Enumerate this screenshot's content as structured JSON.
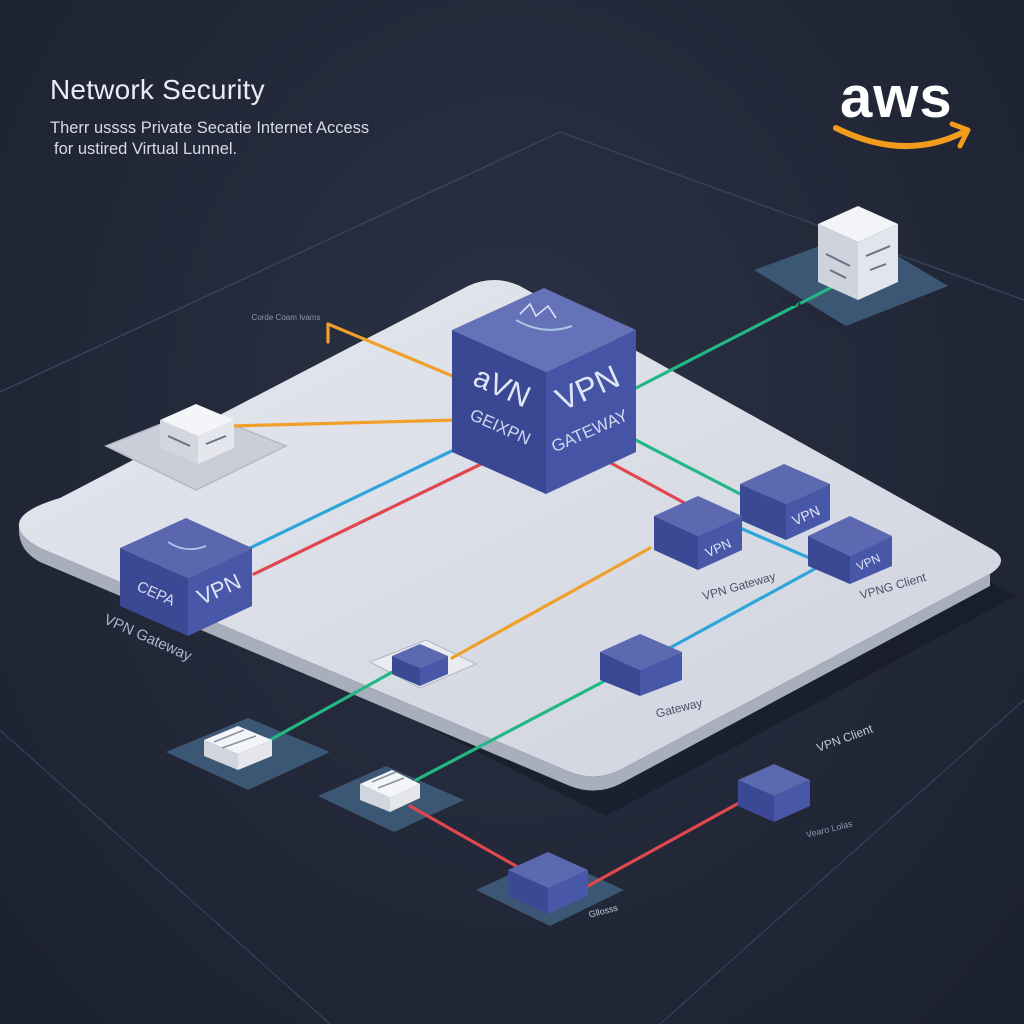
{
  "header": {
    "title": "Network Security",
    "subtitle_line1": "Therr ussss Private Secatie Internet Access",
    "subtitle_line2": "for ustired Virtual Lunnel."
  },
  "brand": {
    "logo_text": "aws",
    "smile_color": "#f29b1d"
  },
  "colors": {
    "background": "#222838",
    "platform": "#dfe2ea",
    "cube_top": "#6672b8",
    "cube_left": "#3a4894",
    "cube_right": "#4654a6",
    "link_orange": "#f0a02a",
    "link_blue": "#2fa6d8",
    "link_red": "#e0474f",
    "link_green": "#22b884"
  },
  "labels": {
    "center_face_left_line1": "aVN",
    "center_face_left_line2": "GEIXPN",
    "center_face_right_line1": "VPN",
    "center_face_right_line2": "GATEWAY",
    "left_cube_face_left": "CEPA",
    "left_cube_face_right": "VPN",
    "left_cube_caption": "VPN Gateway",
    "top_right_caption": "VPN Gateway",
    "small_cube_a_face": "VPN",
    "small_cube_b_face": "VPN",
    "small_cube_c_face": "VPN",
    "vpn_gateway_caption": "VPN Gateway",
    "vpng_client_caption": "VPNG Client",
    "gateway_caption": "Gateway",
    "vpn_client_caption": "VPN Client",
    "tiny_label_top": "Corde Coam Ivams",
    "tiny_label_right": "Vearo Lolas",
    "tiny_label_bottom": "Gllosss"
  }
}
